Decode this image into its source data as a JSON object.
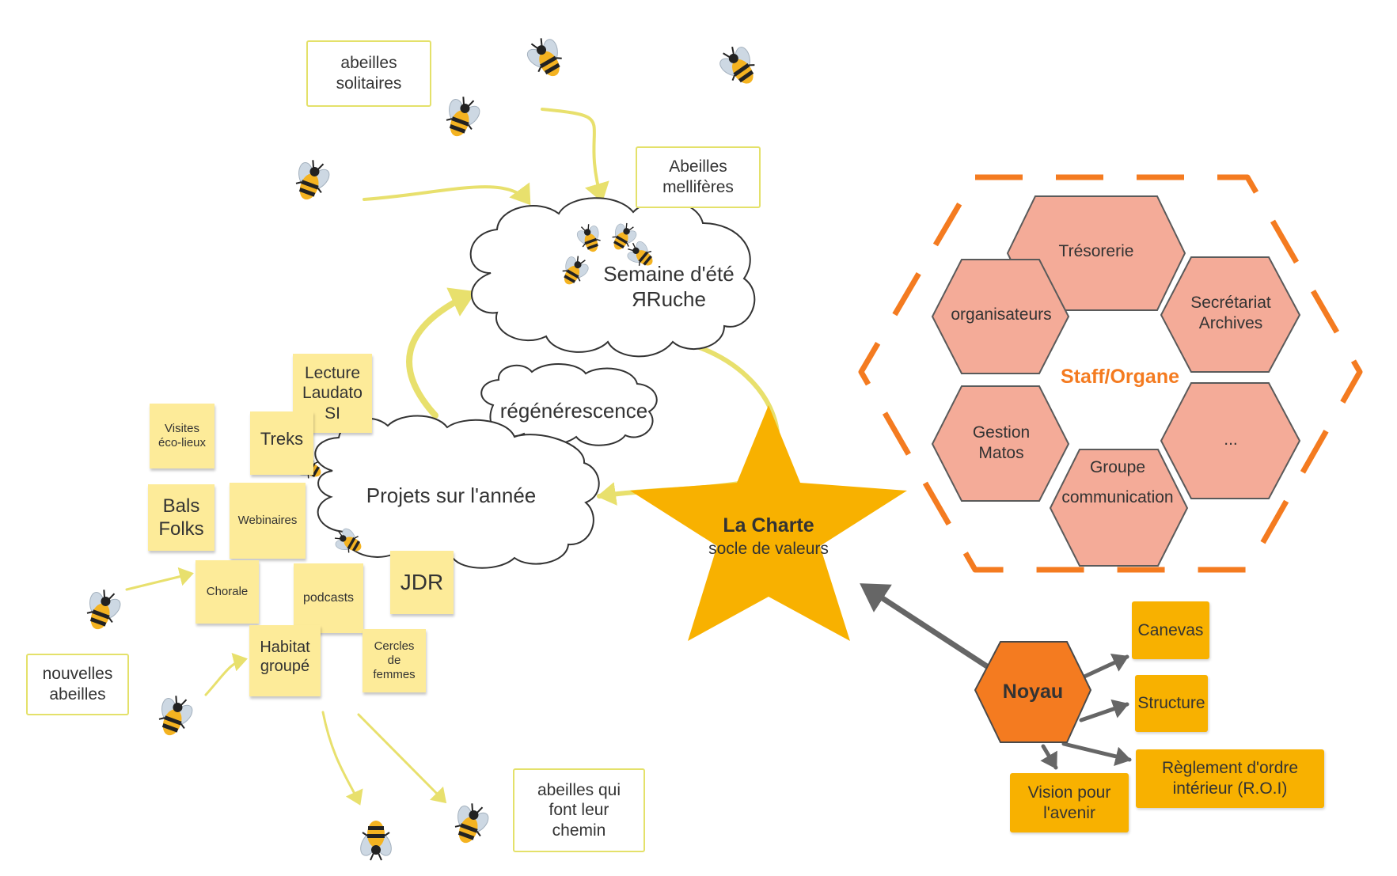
{
  "colors": {
    "wire_yellow": "#e8e06d",
    "note_yellow": "#fdeb99",
    "star_fill": "#f8b100",
    "hex_salmon": "#f4ab98",
    "hex_border": "#5a5a5a",
    "orange_accent": "#f47b20",
    "noyau_fill": "#f47b20",
    "box_orange": "#f8b100",
    "arrow_gray": "#666666"
  },
  "icons": {
    "bee": "bee-icon"
  },
  "clouds": {
    "semaine": "Semaine d'été\nЯRuche",
    "regenerescence": "régénérescence",
    "projets": "Projets sur l'année"
  },
  "callouts": {
    "solitaires": "abeilles\nsolitaires",
    "melliferes": "Abeilles\nmellifères",
    "nouvelles": "nouvelles\nabeilles",
    "chemin": "abeilles qui\nfont leur\nchemin"
  },
  "notes": {
    "lecture": "Lecture\nLaudato\nSI",
    "visites": "Visites\néco-lieux",
    "treks": "Treks",
    "bals": "Bals\nFolks",
    "webinaires": "Webinaires",
    "chorale": "Chorale",
    "podcasts": "podcasts",
    "jdr": "JDR",
    "habitat": "Habitat\ngroupé",
    "cercles": "Cercles\nde\nfemmes"
  },
  "charte": {
    "title": "La Charte",
    "subtitle": "socle de valeurs"
  },
  "staff": {
    "title": "Staff/Organe",
    "hexes": {
      "tresorerie": "Trésorerie",
      "organisateurs": "organisateurs",
      "secretariat": "Secrétariat\nArchives",
      "gestion": "Gestion\nMatos",
      "etc": "...",
      "communication": "Groupe\ncommunication"
    }
  },
  "noyau": {
    "title": "Noyau",
    "boxes": {
      "canevas": "Canevas",
      "structure": "Structure",
      "roi": "Règlement d'ordre\nintérieur (R.O.I)",
      "vision": "Vision  pour\nl'avenir"
    }
  }
}
